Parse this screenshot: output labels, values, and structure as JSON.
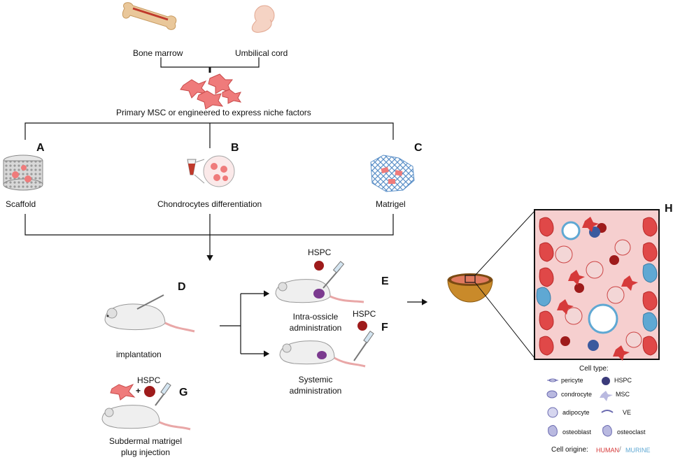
{
  "sources": {
    "bone_marrow": "Bone marrow",
    "umbilical_cord": "Umbilical cord",
    "msc_caption": "Primary MSC or engineered to express niche factors"
  },
  "methods": {
    "A": {
      "letter": "A",
      "label": "Scaffold"
    },
    "B": {
      "letter": "B",
      "label": "Chondrocytes differentiation"
    },
    "C": {
      "letter": "C",
      "label": "Matrigel"
    }
  },
  "implant": {
    "letter": "D",
    "label": "implantation"
  },
  "routes": {
    "E": {
      "letter": "E",
      "hspc": "HSPC",
      "label_line1": "Intra-ossicle",
      "label_line2": "administration"
    },
    "F": {
      "letter": "F",
      "hspc": "HSPC",
      "label_line1": "Systemic",
      "label_line2": "administration"
    }
  },
  "subdermal": {
    "letter": "G",
    "hspc": "HSPC",
    "plus": "+",
    "label_line1": "Subdermal matrigel",
    "label_line2": "plug injection"
  },
  "niche": {
    "letter": "H"
  },
  "legend": {
    "title": "Cell type:",
    "items": [
      "pericyte",
      "HSPC",
      "condrocyte",
      "MSC",
      "adipocyte",
      "VE",
      "osteoblast",
      "osteoclast"
    ],
    "origin_label": "Cell origine:",
    "human": "HUMAN",
    "separator": "/",
    "murine": "MURINE"
  },
  "colors": {
    "human": "#d63a3a",
    "murine": "#5fa8d3",
    "cell_pink": "#ef7b7b",
    "hspc_red": "#9e1b1b",
    "tissue_bg": "#f6cfcf",
    "bone_shell": "#c98a2a"
  }
}
